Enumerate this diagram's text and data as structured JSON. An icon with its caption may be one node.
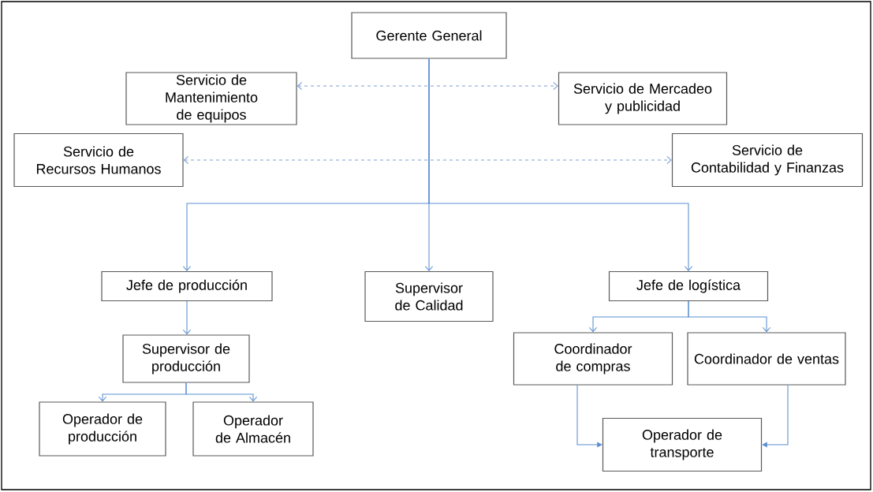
{
  "diagram": {
    "nodes": [
      {
        "text": [
          "Gerente General"
        ]
      },
      {
        "text": [
          "Servicio de Mantenimiento de equipos"
        ]
      },
      {
        "text": [
          "Servicio de Mercadeo y publicidad"
        ]
      },
      {
        "text": [
          "Servicio de Recursos Humanos"
        ]
      },
      {
        "text": [
          "Servicio de Contabilidad y Finanzas"
        ]
      },
      {
        "text": [
          "Jefe de producción"
        ]
      },
      {
        "text": [
          "Supervisor de Calidad"
        ]
      },
      {
        "text": [
          "Jefe de logística"
        ]
      },
      {
        "text": [
          "Supervisor de producción"
        ]
      },
      {
        "text": [
          "Operador de producción"
        ]
      },
      {
        "text": [
          "Operador de Almacén"
        ]
      },
      {
        "text": [
          "Coordinador de compras"
        ]
      },
      {
        "text": [
          "Coordinador de ventas"
        ]
      },
      {
        "text": [
          "Operador de transporte"
        ]
      }
    ],
    "edges": [
      {
        "from": 1,
        "to": 2,
        "arrow": "both",
        "style": "dashed"
      },
      {
        "from": 3,
        "to": 4,
        "arrow": "both",
        "style": "dashed"
      },
      {
        "from": 0,
        "to": 5,
        "arrow": "to"
      },
      {
        "from": 0,
        "to": 6,
        "arrow": "to"
      },
      {
        "from": 0,
        "to": 7,
        "arrow": "to"
      },
      {
        "from": 5,
        "to": 8,
        "arrow": "to"
      },
      {
        "from": 8,
        "to": 9,
        "arrow": "to"
      },
      {
        "from": 8,
        "to": 10,
        "arrow": "to"
      },
      {
        "from": 7,
        "to": 11,
        "arrow": "to"
      },
      {
        "from": 7,
        "to": 12,
        "arrow": "to"
      },
      {
        "from": 11,
        "to": 13,
        "arrow": "to"
      },
      {
        "from": 12,
        "to": 13,
        "arrow": "to"
      }
    ]
  }
}
